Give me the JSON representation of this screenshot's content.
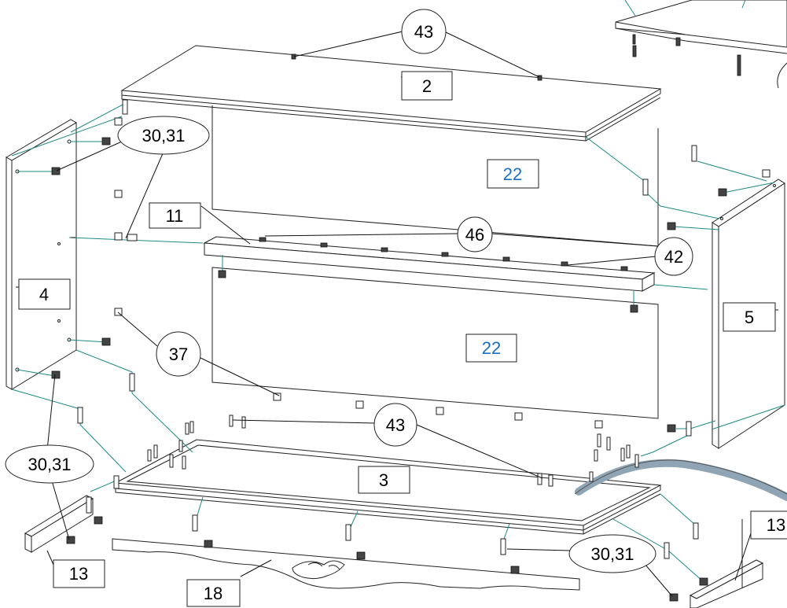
{
  "labels": {
    "p2": "2",
    "p3": "3",
    "p4": "4",
    "p5": "5",
    "p11": "11",
    "p13a": "13",
    "p13b": "13",
    "p18": "18",
    "p22a": "22",
    "p22b": "22",
    "c43a": "43",
    "c43b": "43",
    "c46": "46",
    "c42": "42",
    "c37": "37",
    "c3031a": "30,31",
    "c3031b": "30,31",
    "c3031c": "30,31"
  },
  "colors": {
    "guide_line": "#1d8a86",
    "back_panel_label": "#1a6fc4",
    "line": "#222222"
  }
}
